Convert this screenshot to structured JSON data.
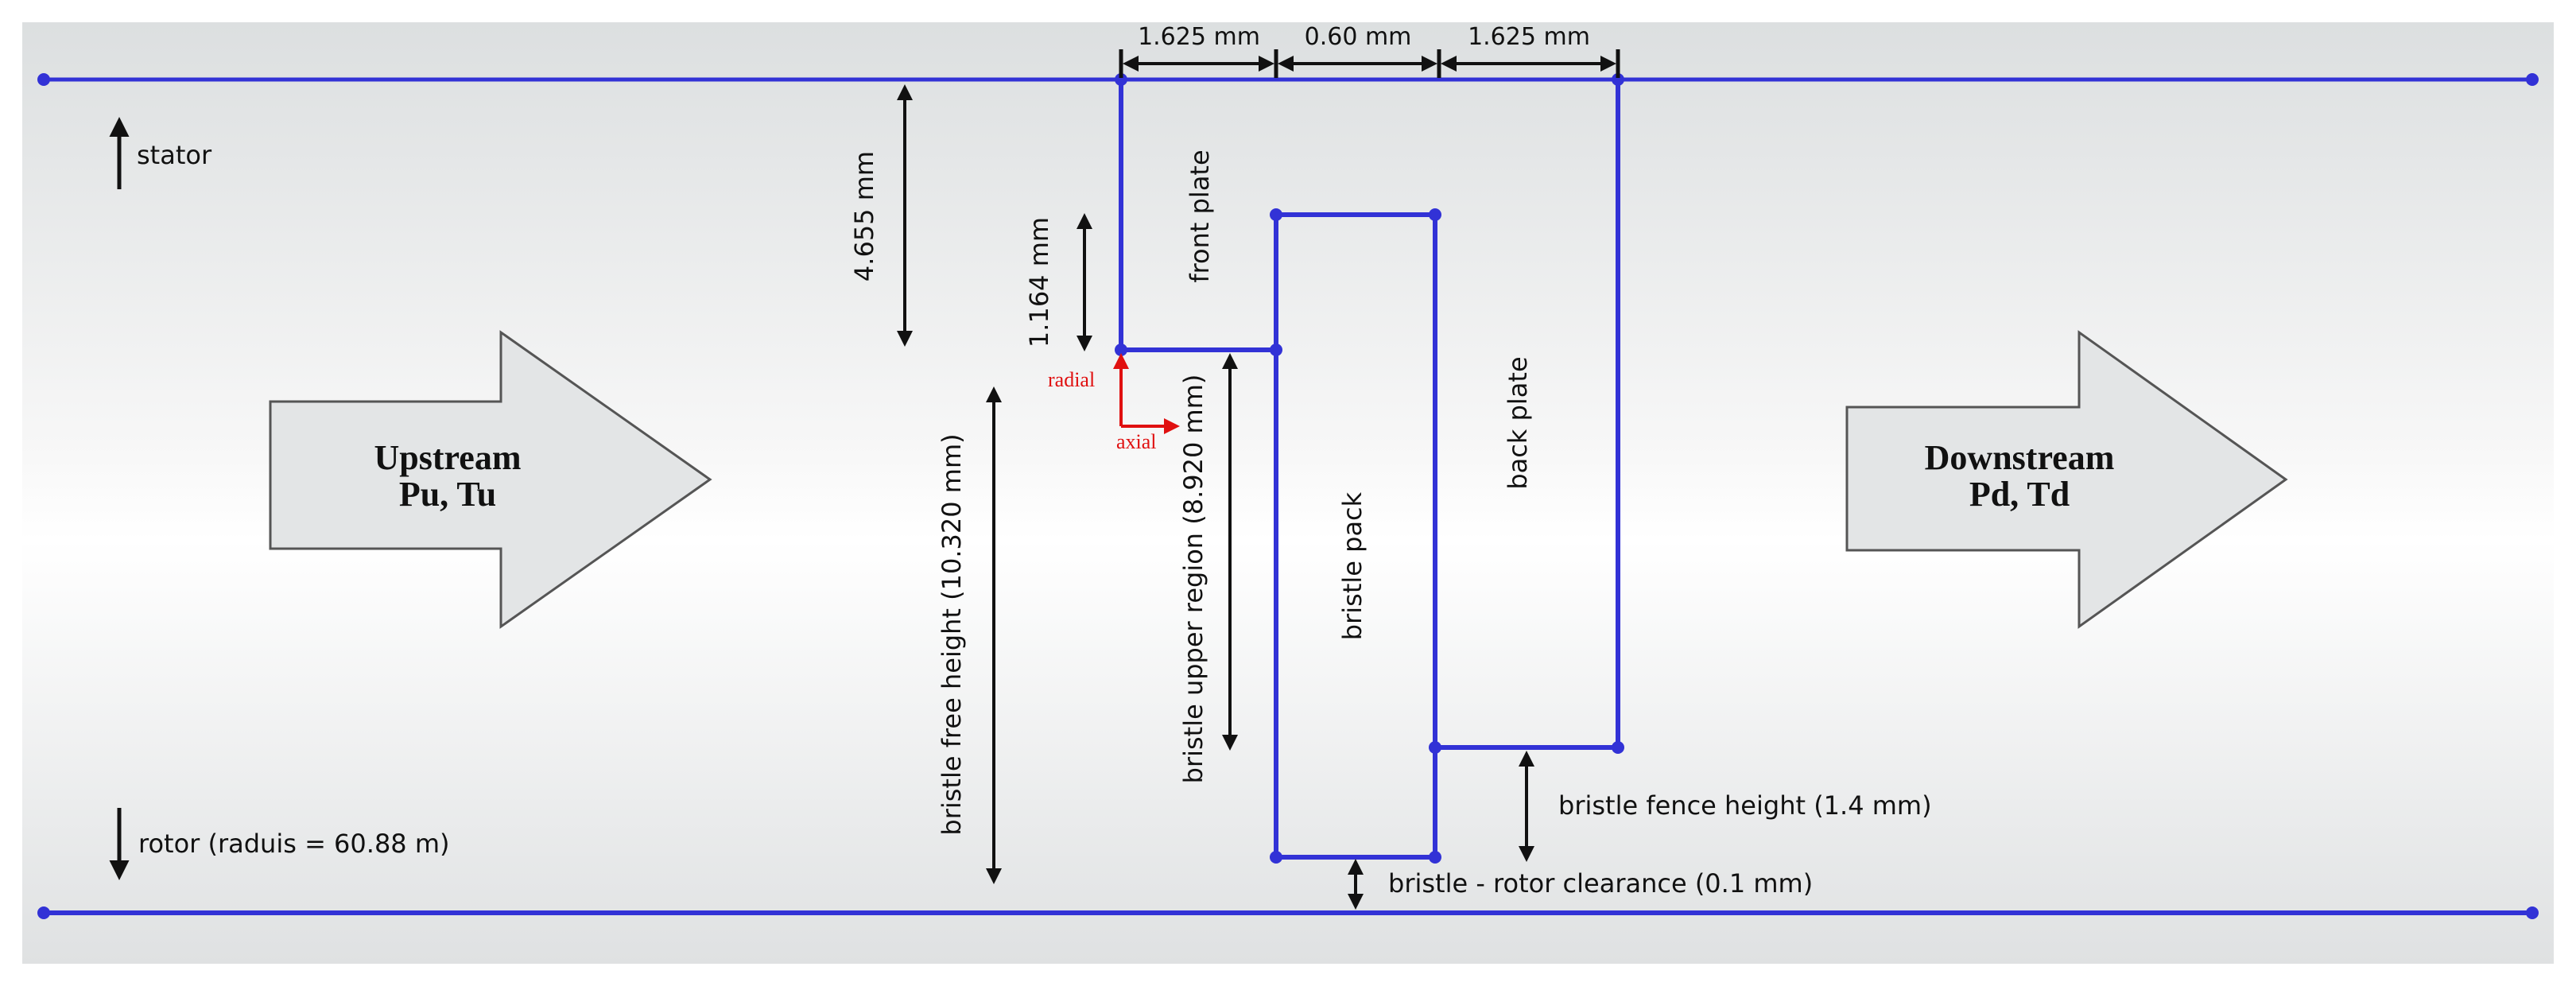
{
  "dimensions": {
    "top_gap_1": "1.625 mm",
    "top_gap_2": "0.60 mm",
    "top_gap_3": "1.625 mm",
    "stator_gap": "4.655 mm",
    "front_plate_gap": "1.164 mm",
    "bristle_upper_region": "bristle upper region (8.920 mm)",
    "bristle_free_height": "bristle free height (10.320 mm)",
    "bristle_fence_height": "bristle fence height (1.4 mm)",
    "rotor_clearance": "bristle - rotor clearance (0.1 mm)"
  },
  "labels": {
    "stator": "stator",
    "rotor": "rotor (raduis = 60.88 m)",
    "front_plate": "front plate",
    "back_plate": "back plate",
    "bristle_pack": "bristle pack",
    "radial": "radial",
    "axial": "axial"
  },
  "upstream": {
    "title": "Upstream",
    "subtitle": "Pu, Tu"
  },
  "downstream": {
    "title": "Downstream",
    "subtitle": "Pd, Td"
  },
  "colors": {
    "geometry": "#3232d6",
    "coordinate_axes": "#e01010",
    "arrows_fill": "#e3e5e6",
    "background": "#f1f2f3"
  }
}
